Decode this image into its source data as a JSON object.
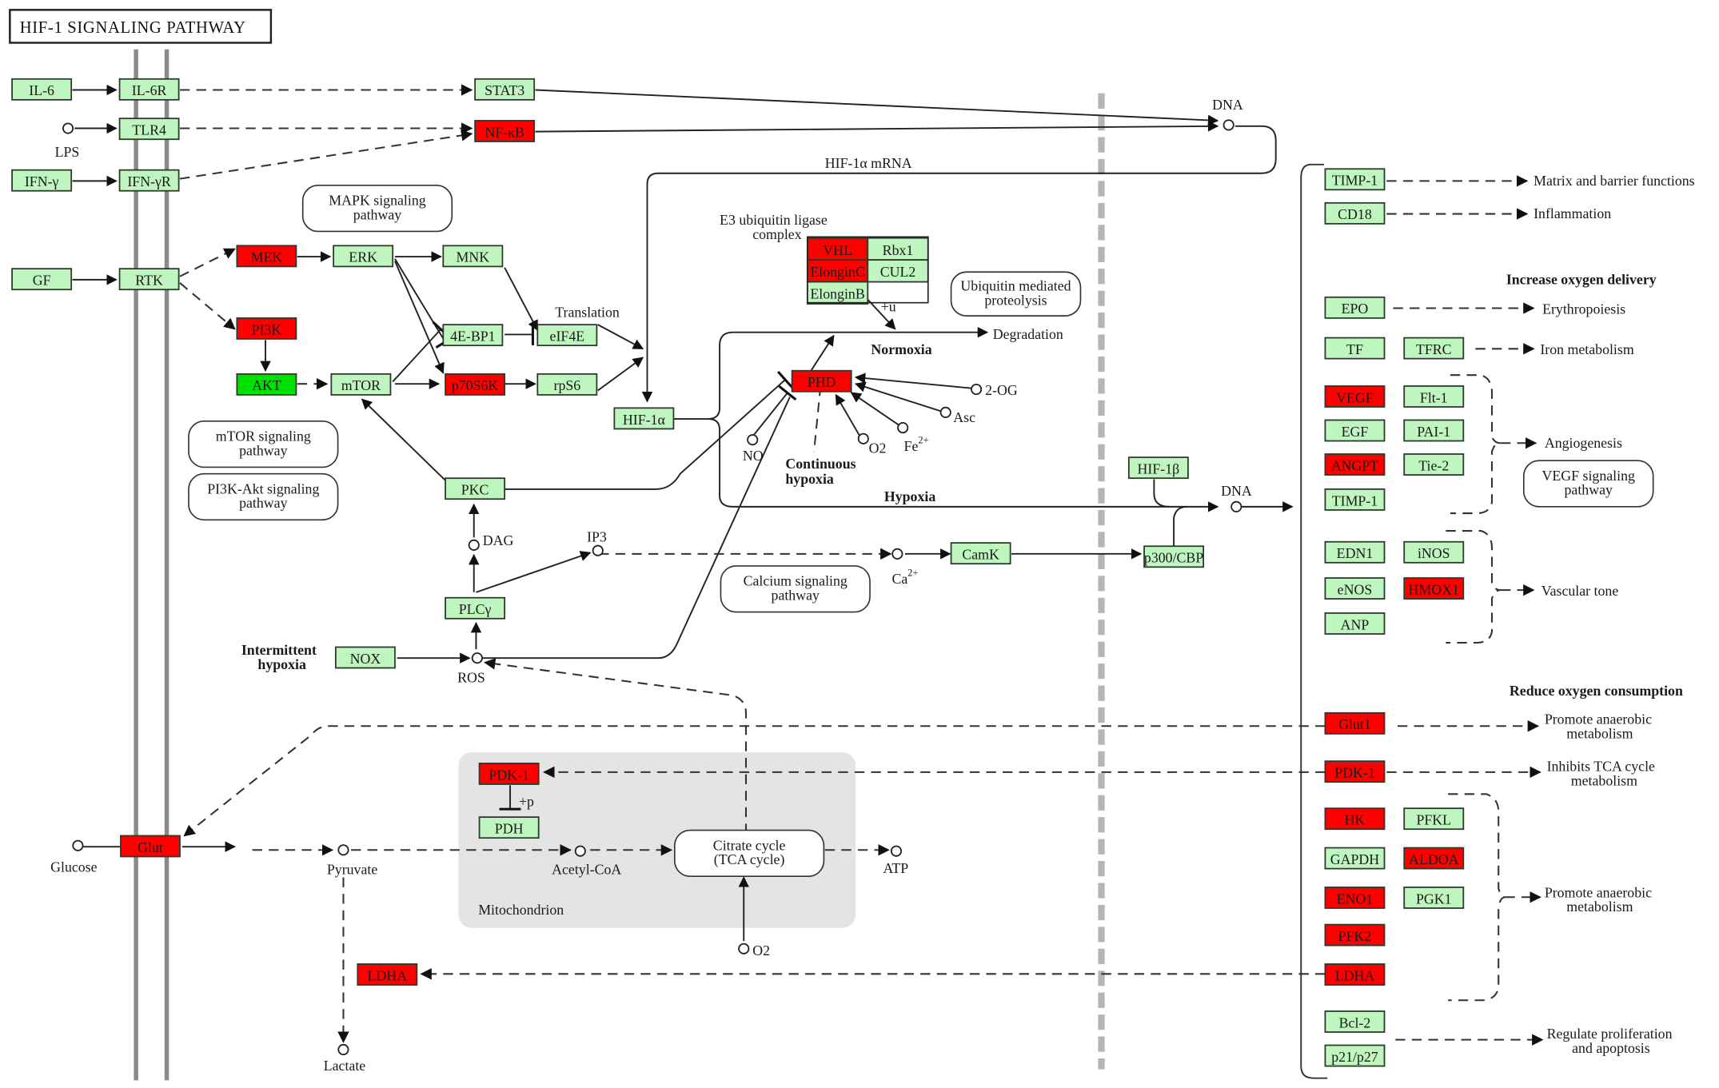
{
  "title": "HIF-1 SIGNALING PATHWAY",
  "colors": {
    "unchanged": "#bff5bf",
    "up": "#ff0000",
    "down": "#00e000",
    "mitochondrion": "#e4e4e4",
    "membrane": "#8a8a8a"
  },
  "legend_status": {
    "unchanged": "light-green",
    "up": "red",
    "down": "green"
  },
  "genes": {
    "IL6": {
      "label": "IL-6",
      "status": "unchanged"
    },
    "IL6R": {
      "label": "IL-6R",
      "status": "unchanged"
    },
    "STAT3": {
      "label": "STAT3",
      "status": "unchanged"
    },
    "TLR4": {
      "label": "TLR4",
      "status": "unchanged"
    },
    "NFKB": {
      "label": "NF-κB",
      "status": "up"
    },
    "IFNG": {
      "label": "IFN-γ",
      "status": "unchanged"
    },
    "IFNGR": {
      "label": "IFN-γR",
      "status": "unchanged"
    },
    "GF": {
      "label": "GF",
      "status": "unchanged"
    },
    "RTK": {
      "label": "RTK",
      "status": "unchanged"
    },
    "MEK": {
      "label": "MEK",
      "status": "up"
    },
    "ERK": {
      "label": "ERK",
      "status": "unchanged"
    },
    "MNK": {
      "label": "MNK",
      "status": "unchanged"
    },
    "PI3K": {
      "label": "PI3K",
      "status": "up"
    },
    "AKT": {
      "label": "AKT",
      "status": "down"
    },
    "MTOR": {
      "label": "mTOR",
      "status": "unchanged"
    },
    "EBP1": {
      "label": "4E-BP1",
      "status": "unchanged"
    },
    "EIF4E": {
      "label": "eIF4E",
      "status": "unchanged"
    },
    "P70S6K": {
      "label": "p70S6K",
      "status": "up"
    },
    "RPS6": {
      "label": "rpS6",
      "status": "unchanged"
    },
    "HIF1A": {
      "label": "HIF-1α",
      "status": "unchanged"
    },
    "VHL": {
      "label": "VHL",
      "status": "up"
    },
    "RBX1": {
      "label": "Rbx1",
      "status": "unchanged"
    },
    "ELONGINC": {
      "label": "ElonginC",
      "status": "up"
    },
    "CUL2": {
      "label": "CUL2",
      "status": "unchanged"
    },
    "ELONGINB": {
      "label": "ElonginB",
      "status": "unchanged"
    },
    "PHD": {
      "label": "PHD",
      "status": "up"
    },
    "PKC": {
      "label": "PKC",
      "status": "unchanged"
    },
    "PLCG": {
      "label": "PLCγ",
      "status": "unchanged"
    },
    "NOX": {
      "label": "NOX",
      "status": "unchanged"
    },
    "CAMK": {
      "label": "CamK",
      "status": "unchanged"
    },
    "HIF1B": {
      "label": "HIF-1β",
      "status": "unchanged"
    },
    "P300": {
      "label": "p300/CBP",
      "status": "unchanged"
    },
    "GLUT": {
      "label": "Glut",
      "status": "up"
    },
    "PDK1M": {
      "label": "PDK-1",
      "status": "up"
    },
    "PDH": {
      "label": "PDH",
      "status": "unchanged"
    },
    "LDHAL": {
      "label": "LDHA",
      "status": "up"
    },
    "TIMP1A": {
      "label": "TIMP-1",
      "status": "unchanged"
    },
    "CD18": {
      "label": "CD18",
      "status": "unchanged"
    },
    "EPO": {
      "label": "EPO",
      "status": "unchanged"
    },
    "TF": {
      "label": "TF",
      "status": "unchanged"
    },
    "TFRC": {
      "label": "TFRC",
      "status": "unchanged"
    },
    "VEGF": {
      "label": "VEGF",
      "status": "up"
    },
    "FLT1": {
      "label": "Flt-1",
      "status": "unchanged"
    },
    "EGF": {
      "label": "EGF",
      "status": "unchanged"
    },
    "PAI1": {
      "label": "PAI-1",
      "status": "unchanged"
    },
    "ANGPT": {
      "label": "ANGPT",
      "status": "up"
    },
    "TIE2": {
      "label": "Tie-2",
      "status": "unchanged"
    },
    "TIMP1B": {
      "label": "TIMP-1",
      "status": "unchanged"
    },
    "EDN1": {
      "label": "EDN1",
      "status": "unchanged"
    },
    "INOS": {
      "label": "iNOS",
      "status": "unchanged"
    },
    "ENOS": {
      "label": "eNOS",
      "status": "unchanged"
    },
    "HMOX1": {
      "label": "HMOX1",
      "status": "up"
    },
    "ANP": {
      "label": "ANP",
      "status": "unchanged"
    },
    "GLUT1": {
      "label": "Glut1",
      "status": "up"
    },
    "PDK1R": {
      "label": "PDK-1",
      "status": "up"
    },
    "HK": {
      "label": "HK",
      "status": "up"
    },
    "PFKL": {
      "label": "PFKL",
      "status": "unchanged"
    },
    "GAPDH": {
      "label": "GAPDH",
      "status": "unchanged"
    },
    "ALDOA": {
      "label": "ALDOA",
      "status": "up"
    },
    "ENO1": {
      "label": "ENO1",
      "status": "up"
    },
    "PGK1": {
      "label": "PGK1",
      "status": "unchanged"
    },
    "PFK2": {
      "label": "PFK2",
      "status": "up"
    },
    "LDHAR": {
      "label": "LDHA",
      "status": "up"
    },
    "BCL2": {
      "label": "Bcl-2",
      "status": "unchanged"
    },
    "P21": {
      "label": "p21/p27",
      "status": "unchanged"
    }
  },
  "pathways": {
    "mapk": [
      "MAPK signaling",
      "pathway"
    ],
    "mtor": [
      "mTOR signaling",
      "pathway"
    ],
    "pi3k": [
      "PI3K-Akt signaling",
      "pathway"
    ],
    "ubiq": [
      "Ubiquitin mediated",
      "proteolysis"
    ],
    "calcium": [
      "Calcium signaling",
      "pathway"
    ],
    "vegf": [
      "VEGF signaling",
      "pathway"
    ],
    "tca": [
      "Citrate cycle",
      "(TCA cycle)"
    ]
  },
  "compounds": {
    "lps": "LPS",
    "dna_top": "DNA",
    "dna_mid": "DNA",
    "og": "2-OG",
    "asc": "Asc",
    "fe": "Fe",
    "fe_sup": "2+",
    "o2_phd": "O2",
    "no": "NO",
    "dag": "DAG",
    "ip3": "IP3",
    "ca": "Ca",
    "ca_sup": "2+",
    "ros": "ROS",
    "glucose": "Glucose",
    "pyruvate": "Pyruvate",
    "acetylcoa": "Acetyl-CoA",
    "atp": "ATP",
    "o2_tca": "O2",
    "lactate": "Lactate"
  },
  "labels": {
    "hif_mrna": "HIF-1α mRNA",
    "e3_line1": "E3 ubiquitin ligase",
    "e3_line2": "complex",
    "translation": "Translation",
    "plus_u": "+u",
    "plus_p": "+p",
    "degradation": "Degradation",
    "normoxia": "Normoxia",
    "hypoxia": "Hypoxia",
    "continuous_1": "Continuous",
    "continuous_2": "hypoxia",
    "intermittent_1": "Intermittent",
    "intermittent_2": "hypoxia",
    "mitochondrion": "Mitochondrion"
  },
  "outcomes": {
    "matrix": "Matrix and barrier functions",
    "inflammation": "Inflammation",
    "increase_o2": "Increase oxygen delivery",
    "erythropoiesis": "Erythropoiesis",
    "iron": "Iron metabolism",
    "angiogenesis": "Angiogenesis",
    "vascular": "Vascular tone",
    "reduce_o2": "Reduce oxygen consumption",
    "anaerobic1_l1": "Promote anaerobic",
    "anaerobic1_l2": "metabolism",
    "tca_l1": "Inhibits TCA cycle",
    "tca_l2": "metabolism",
    "anaerobic2_l1": "Promote anaerobic",
    "anaerobic2_l2": "metabolism",
    "prolif_l1": "Regulate proliferation",
    "prolif_l2": "and apoptosis"
  }
}
